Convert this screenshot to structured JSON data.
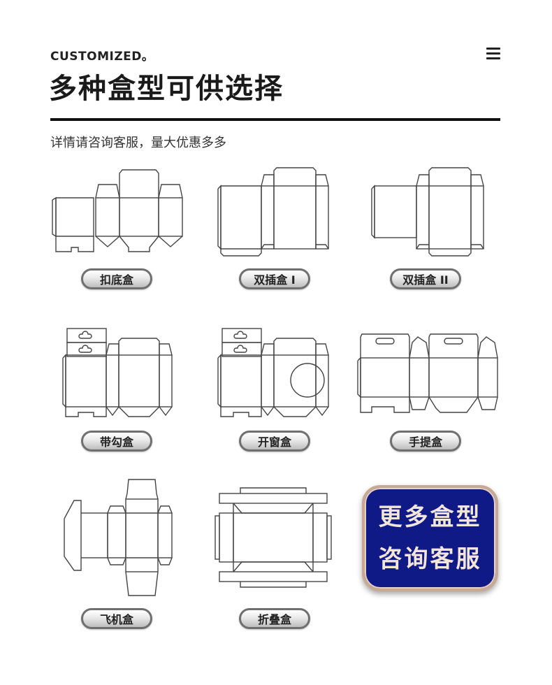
{
  "header": {
    "eyebrow": "CUSTOMIZED。",
    "title": "多种盒型可供选择",
    "subtitle": "详情请咨询客服，量大优惠多多"
  },
  "menu": {
    "icon": "hamburger-menu-icon"
  },
  "box_types": [
    {
      "label": "扣底盒"
    },
    {
      "label": "双插盒 I"
    },
    {
      "label": "双插盒 II"
    },
    {
      "label": "带勾盒"
    },
    {
      "label": "开窗盒"
    },
    {
      "label": "手提盒"
    },
    {
      "label": "飞机盒"
    },
    {
      "label": "折叠盒"
    }
  ],
  "more_button": {
    "line1": "更多盒型",
    "line2": "咨询客服"
  },
  "colors": {
    "pill_border": "#6f6f6f",
    "more_bg": "#101a86",
    "more_border": "#c9a993",
    "more_text": "#f3e6d8"
  }
}
